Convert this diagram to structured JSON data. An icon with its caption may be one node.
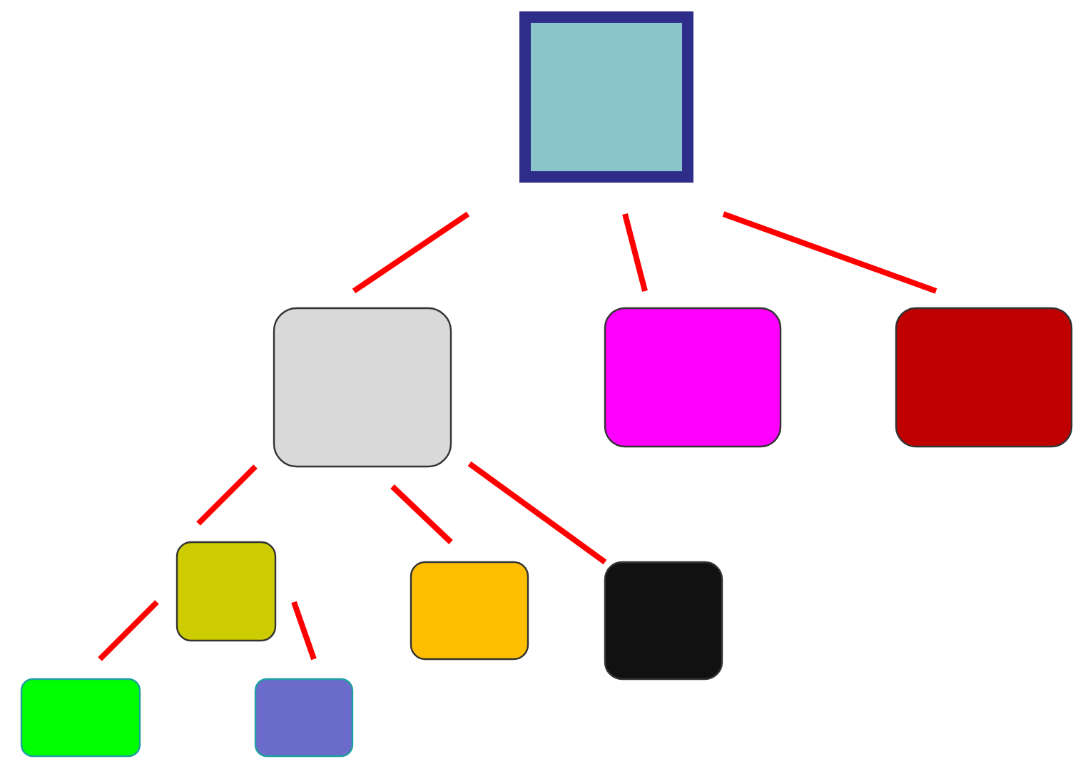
{
  "diagram": {
    "nodes": [
      {
        "text": [],
        "shape": "box"
      },
      {
        "text": [],
        "shape": "box"
      },
      {
        "text": [],
        "shape": "box"
      },
      {
        "text": [],
        "shape": "box"
      },
      {
        "text": [],
        "shape": "box"
      },
      {
        "text": [],
        "shape": "box"
      },
      {
        "text": [],
        "shape": "box"
      },
      {
        "text": [],
        "shape": "box"
      },
      {
        "text": [],
        "shape": "box"
      }
    ],
    "edges": [
      {
        "from": 0,
        "to": 1,
        "arrow": "none"
      },
      {
        "from": 0,
        "to": 2,
        "arrow": "none"
      },
      {
        "from": 0,
        "to": 3,
        "arrow": "none"
      },
      {
        "from": 1,
        "to": 4,
        "arrow": "none"
      },
      {
        "from": 1,
        "to": 5,
        "arrow": "none"
      },
      {
        "from": 1,
        "to": 6,
        "arrow": "none"
      },
      {
        "from": 4,
        "to": 7,
        "arrow": "none"
      },
      {
        "from": 4,
        "to": 8,
        "arrow": "none"
      }
    ]
  }
}
